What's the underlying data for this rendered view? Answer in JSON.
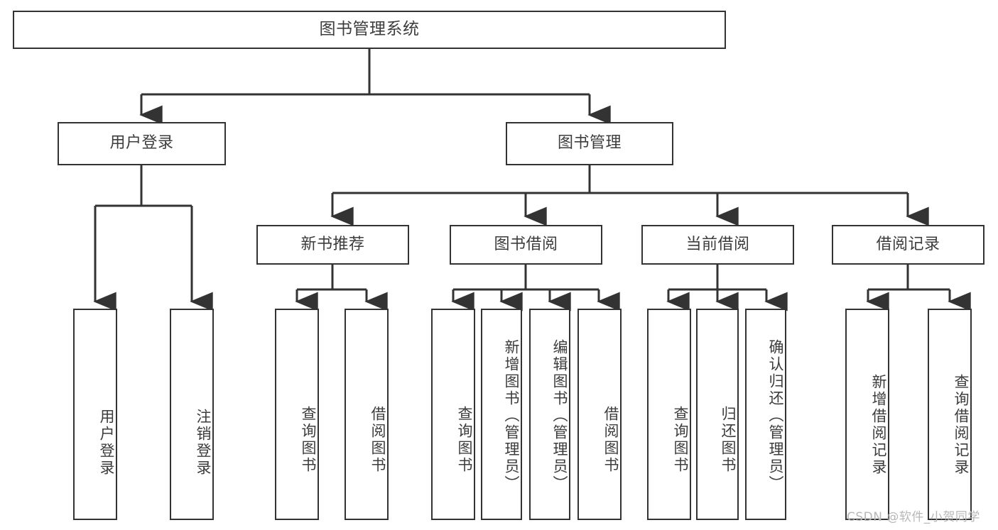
{
  "diagram": {
    "title": "图书管理系统",
    "type": "hierarchy-tree",
    "orientation": "top-down",
    "colors": {
      "box_border": "#333333",
      "box_fill": "#ffffff",
      "text": "#3c3c3c",
      "connector": "#333333",
      "background": "#ffffff",
      "watermark": "#b8b8b8"
    },
    "root": {
      "id": "root",
      "label": "图书管理系统"
    },
    "level2": [
      {
        "id": "user-login",
        "label": "用户登录"
      },
      {
        "id": "book-manage",
        "label": "图书管理"
      }
    ],
    "level3": [
      {
        "id": "new-book-recommend",
        "label": "新书推荐",
        "parent": "book-manage"
      },
      {
        "id": "book-borrow",
        "label": "图书借阅",
        "parent": "book-manage"
      },
      {
        "id": "current-borrow",
        "label": "当前借阅",
        "parent": "book-manage"
      },
      {
        "id": "borrow-record",
        "label": "借阅记录",
        "parent": "book-manage"
      }
    ],
    "leaves": [
      {
        "id": "leaf-user-login",
        "label": "用户登录",
        "parent": "user-login"
      },
      {
        "id": "leaf-logout",
        "label": "注销登录",
        "parent": "user-login"
      },
      {
        "id": "leaf-query-book-1",
        "label": "查询图书",
        "parent": "new-book-recommend"
      },
      {
        "id": "leaf-borrow-book-1",
        "label": "借阅图书",
        "parent": "new-book-recommend"
      },
      {
        "id": "leaf-query-book-2",
        "label": "查询图书",
        "parent": "book-borrow"
      },
      {
        "id": "leaf-add-book",
        "label": "新增图书（管理员）",
        "parent": "book-borrow"
      },
      {
        "id": "leaf-edit-book",
        "label": "编辑图书（管理员）",
        "parent": "book-borrow"
      },
      {
        "id": "leaf-borrow-book-2",
        "label": "借阅图书",
        "parent": "book-borrow"
      },
      {
        "id": "leaf-query-book-3",
        "label": "查询图书",
        "parent": "current-borrow"
      },
      {
        "id": "leaf-return-book",
        "label": "归还图书",
        "parent": "current-borrow"
      },
      {
        "id": "leaf-confirm-return",
        "label": "确认归还（管理员）",
        "parent": "current-borrow"
      },
      {
        "id": "leaf-add-record",
        "label": "新增借阅记录",
        "parent": "borrow-record"
      },
      {
        "id": "leaf-query-record",
        "label": "查询借阅记录",
        "parent": "borrow-record"
      }
    ],
    "watermark": "CSDN @软件_小贺同学"
  }
}
